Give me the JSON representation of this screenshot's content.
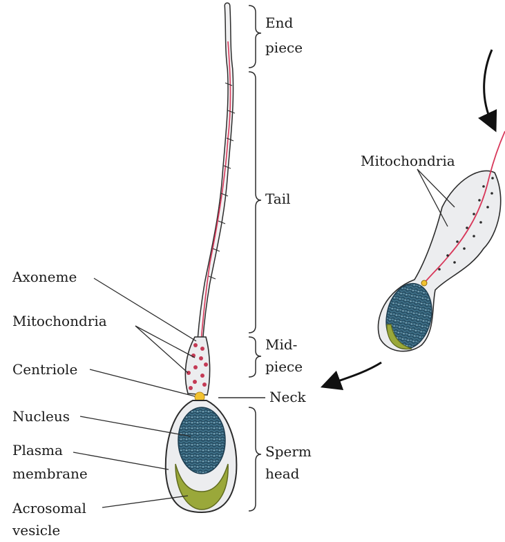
{
  "regions": {
    "end_piece": [
      "End",
      "piece"
    ],
    "tail": "Tail",
    "midpiece": [
      "Mid-",
      "piece"
    ],
    "neck": "Neck",
    "sperm_head": [
      "Sperm",
      "head"
    ]
  },
  "parts": {
    "axoneme": "Axoneme",
    "mitochondria": "Mitochondria",
    "centriole": "Centriole",
    "nucleus": "Nucleus",
    "plasma_membrane": [
      "Plasma",
      "membrane"
    ],
    "acrosomal_vesicle": [
      "Acrosomal",
      "vesicle"
    ]
  },
  "inset": {
    "mitochondria": "Mitochondria"
  },
  "colors": {
    "outline": "#2b2b2b",
    "cell_fill": "#ecedef",
    "nucleus": "#3f6f86",
    "acrosome": "#9aa83a",
    "mitochondria": "#c43a55",
    "centriole": "#f2c230",
    "axoneme": "#d8385a"
  }
}
